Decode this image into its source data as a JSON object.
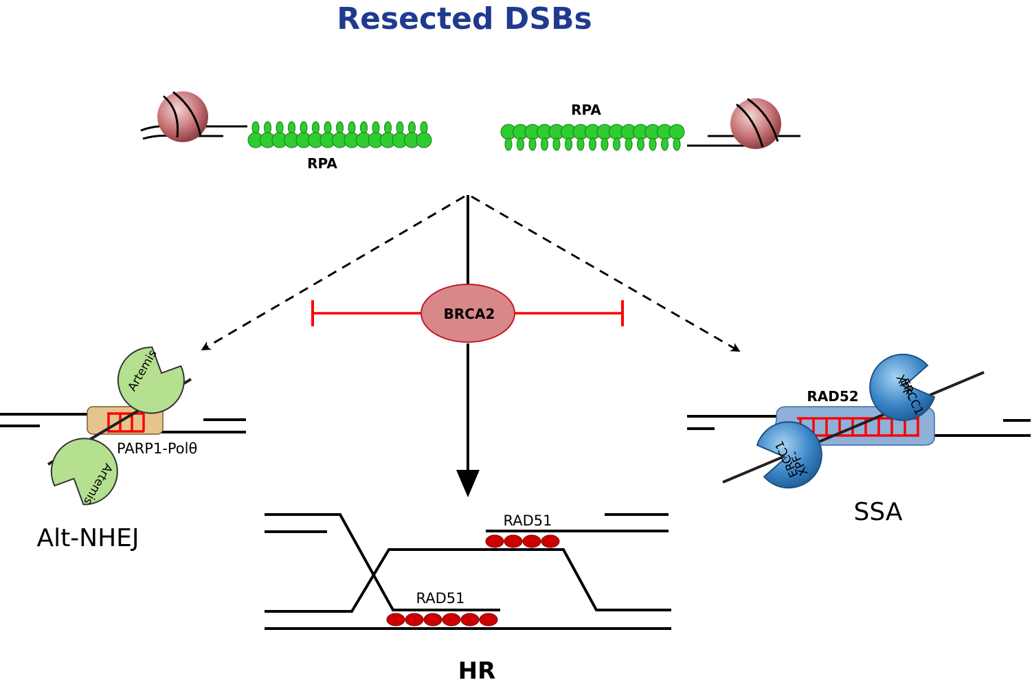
{
  "title": "Resected DSBs",
  "labels": {
    "rpa_left": "RPA",
    "rpa_right": "RPA",
    "brca2": "BRCA2",
    "artemis_top": "Artemis",
    "artemis_bottom": "Artemis",
    "parp_pol": "PARP1-Polθ",
    "rad52": "RAD52",
    "xpf_top_line1": "XPF-",
    "xpf_top_line2": "ERCC1",
    "xpf_bottom_line1": "XPF-",
    "xpf_bottom_line2": "ERCC1",
    "rad51_top": "RAD51",
    "rad51_bottom": "RAD51"
  },
  "pathways": {
    "alt_nhej": "Alt-NHEJ",
    "hr": "HR",
    "ssa": "SSA"
  },
  "colors": {
    "title": "#1f3a8f",
    "rpa": "#2ecc2e",
    "nucleosome": "#c9787a",
    "brca2": "#d9888a",
    "inhibition": "#ff0000",
    "artemis": "#b5e08f",
    "parp_pol": "#e6c48e",
    "rad52": "#8fb1d9",
    "xpf_ercc1": "#3a86c8",
    "rad51": "#cc0000"
  },
  "icons": [
    "nucleosome-icon",
    "rpa-protein-icon",
    "artemis-enzyme-icon",
    "xpf-ercc1-enzyme-icon",
    "rad51-filament-icon"
  ]
}
